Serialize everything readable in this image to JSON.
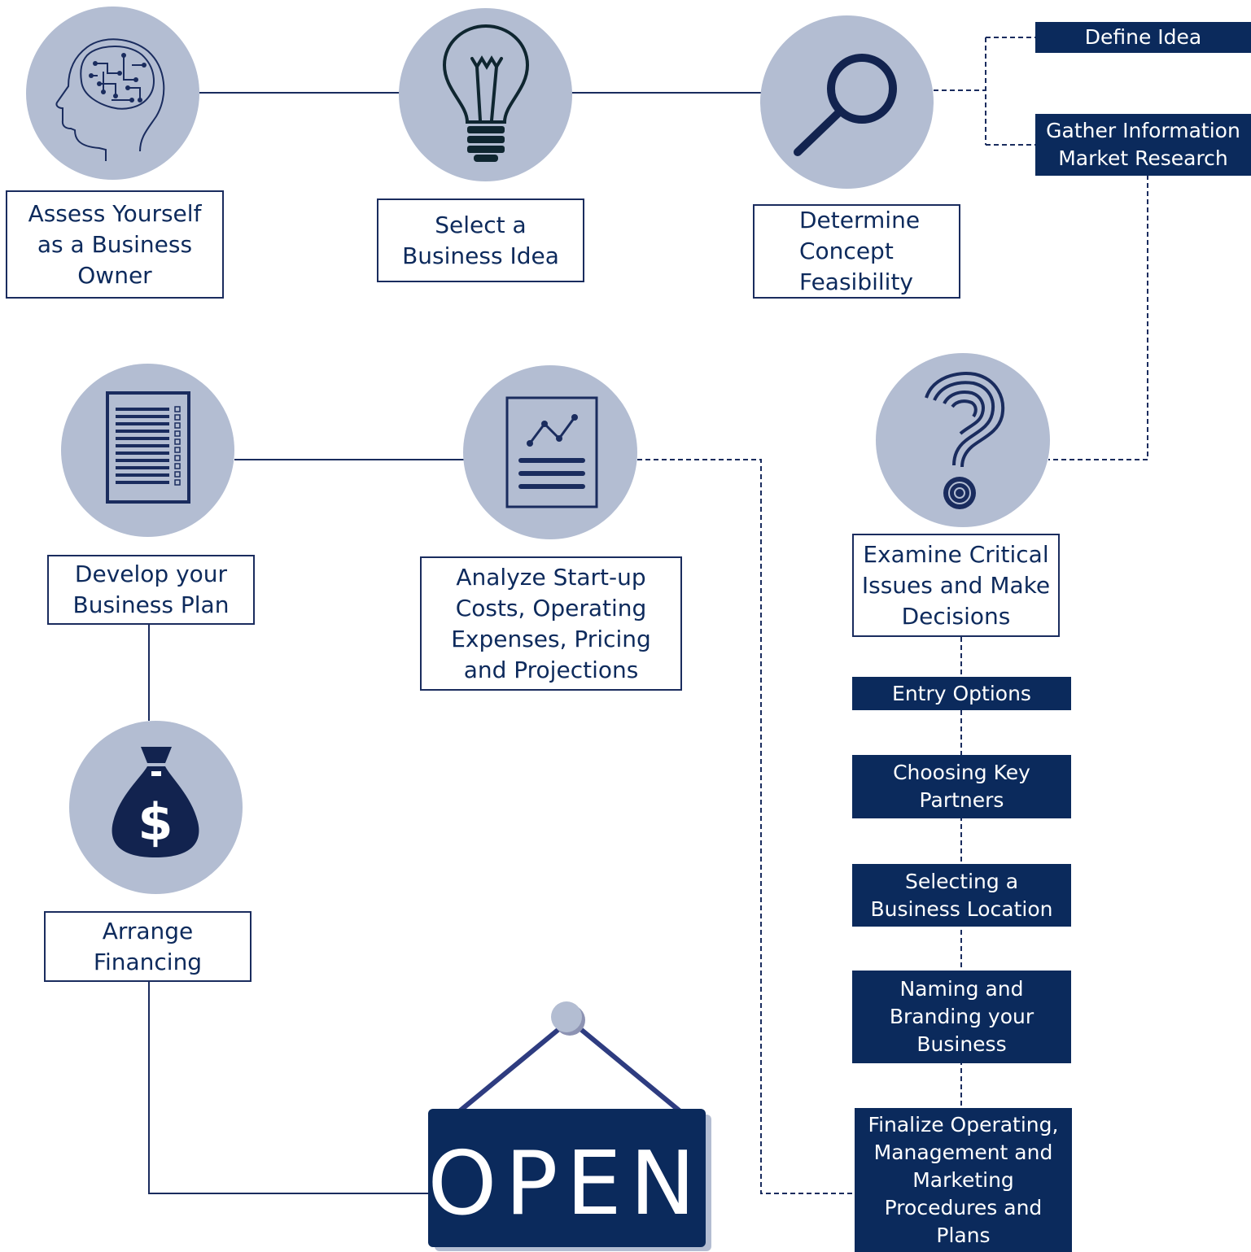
{
  "nodes": {
    "assess": "Assess Yourself\nas a Business\nOwner",
    "select_idea": "Select a\nBusiness Idea",
    "feasibility": "Determine\nConcept\nFeasibility",
    "examine": "Examine Critical\nIssues and Make\nDecisions",
    "analyze": "Analyze Start-up\nCosts, Operating\nExpenses, Pricing\nand Projections",
    "develop_plan": "Develop your\nBusiness Plan",
    "financing": "Arrange\nFinancing",
    "open_sign": "OPEN"
  },
  "substeps": {
    "define_idea": "Define Idea",
    "gather_info": "Gather Information\nMarket Research",
    "entry_options": "Entry Options",
    "key_partners": "Choosing Key\nPartners",
    "location": "Selecting a\nBusiness Location",
    "naming": "Naming and\nBranding your\nBusiness",
    "finalize": "Finalize Operating,\nManagement and\nMarketing\nProcedures and\nPlans"
  },
  "icons": {
    "assess": "brain-head-icon",
    "select_idea": "lightbulb-icon",
    "feasibility": "magnifier-icon",
    "examine": "question-mark-icon",
    "analyze": "chart-report-icon",
    "develop_plan": "document-checklist-icon",
    "financing": "money-bag-icon"
  },
  "colors": {
    "navy": "#0b2a5c",
    "circle": "#b3bdd2",
    "line": "#1a2c5e"
  }
}
